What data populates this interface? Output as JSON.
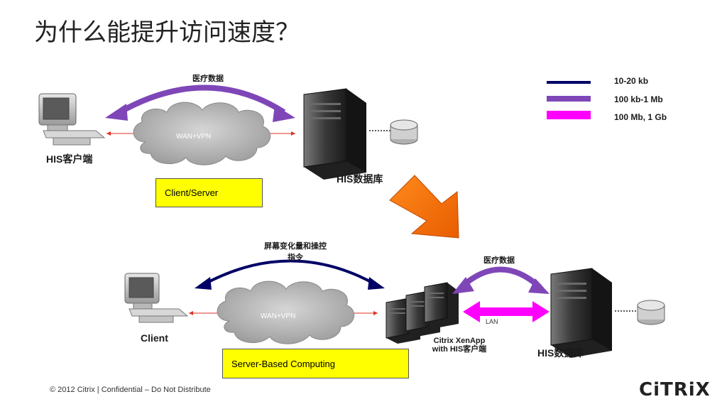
{
  "title": "为什么能提升访问速度？",
  "legend": [
    {
      "label": "10-20 kb",
      "color": "#000066",
      "weight": 4
    },
    {
      "label": "100 kb-1 Mb",
      "color": "#7f46b8",
      "weight": 8
    },
    {
      "label": "100 Mb, 1 Gb",
      "color": "#ff00ff",
      "weight": 12
    }
  ],
  "top_diagram": {
    "arrow_label": "医疗数据",
    "cloud_label": "WAN+VPN",
    "client_label": "HIS客户端",
    "db_label": "HIS数据库",
    "box_label": "Client/Server"
  },
  "bottom_diagram": {
    "arrow_label_line1": "屏幕变化量和操控",
    "arrow_label_line2": "指令",
    "cloud_label": "WAN+VPN",
    "client_label": "Client",
    "server_label_line1": "Citrix XenApp",
    "server_label_line2": "with HIS客户端",
    "lan_label": "LAN",
    "right_arrow_label": "医疗数据",
    "db_label": "HIS数据库",
    "box_label": "Server-Based Computing"
  },
  "footer": "© 2012 Citrix | Confidential – Do Not Distribute",
  "logo": "CiTRiX"
}
